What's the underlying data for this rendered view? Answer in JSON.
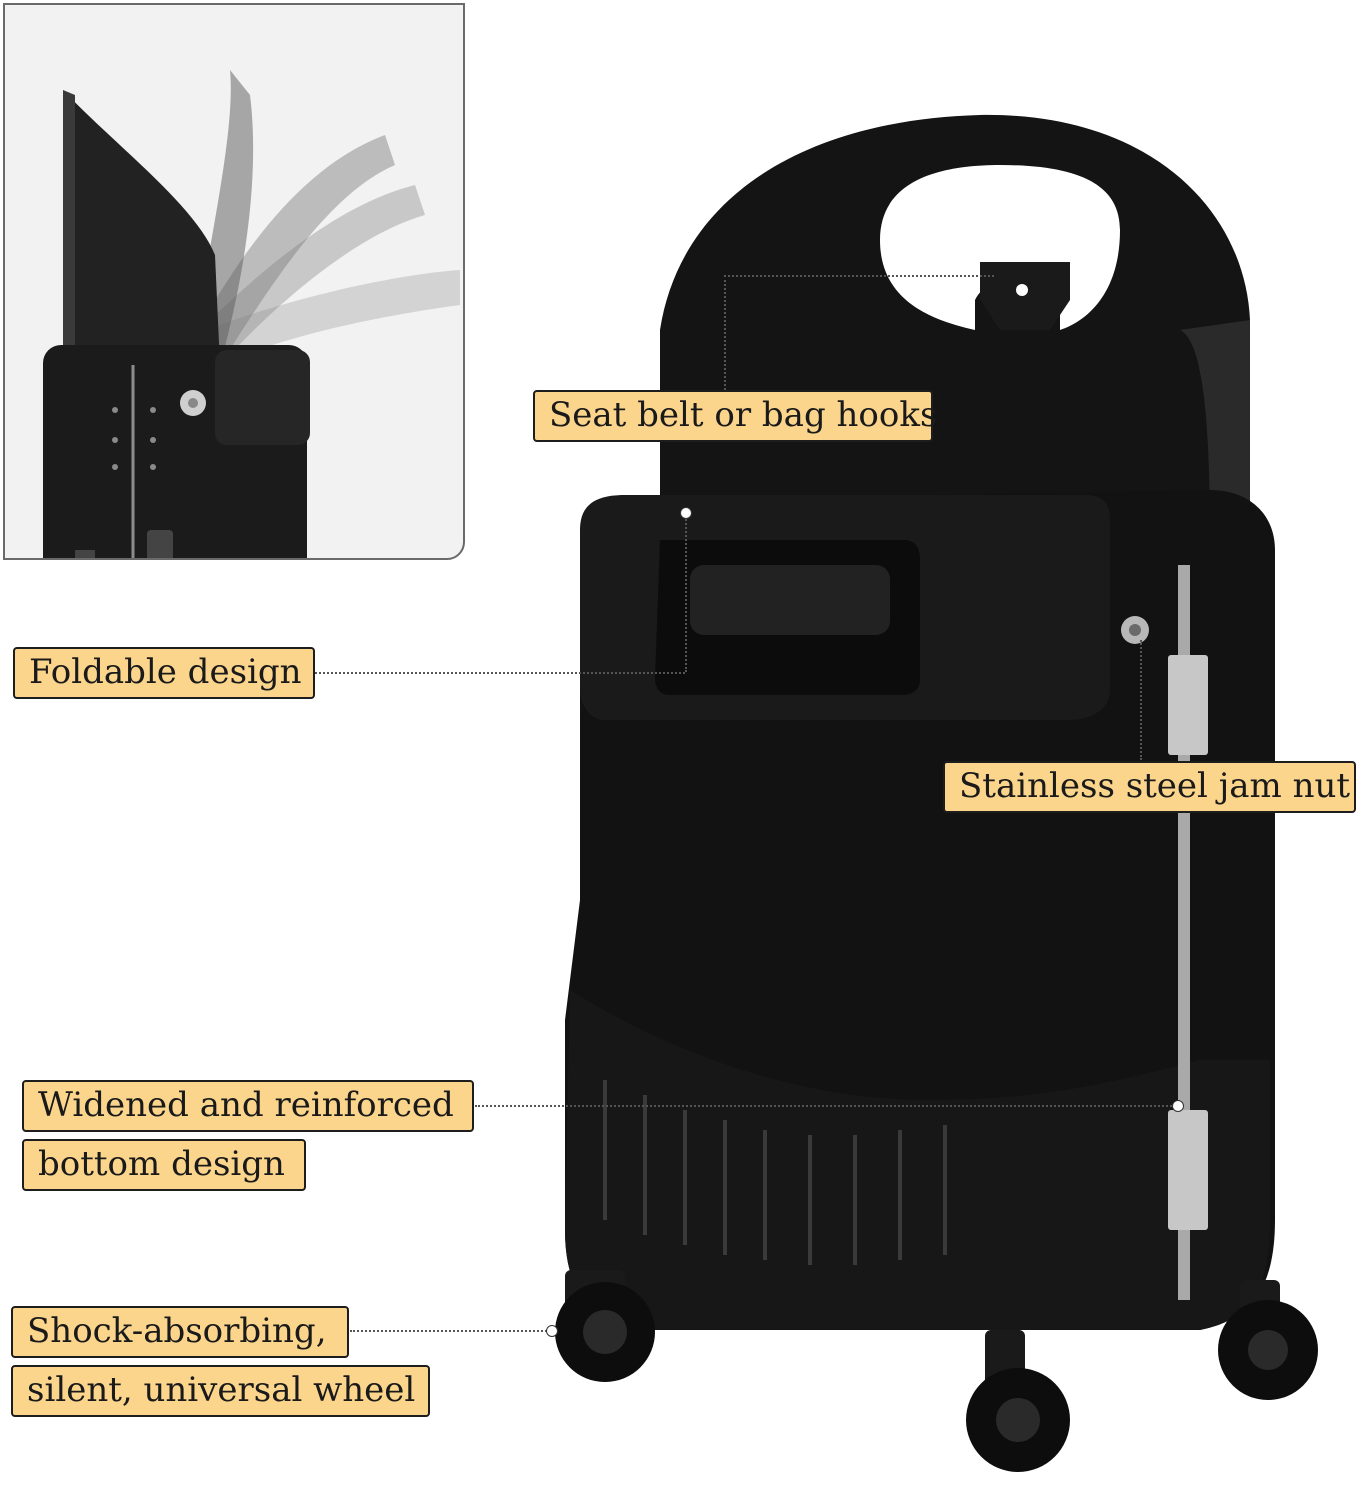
{
  "labels": {
    "seat_belt": "Seat belt or bag hooks",
    "foldable": "Foldable design",
    "jam_nut": "Stainless steel jam nut",
    "bottom_line1": "Widened and reinforced",
    "bottom_line2": "bottom design",
    "wheel_line1": "Shock-absorbing,",
    "wheel_line2": "silent, universal wheel"
  },
  "colors": {
    "label_bg": "#fbd58c",
    "luggage": "#111111",
    "frame": "#b5b5b5",
    "inset_bg": "#f2f2f2"
  }
}
